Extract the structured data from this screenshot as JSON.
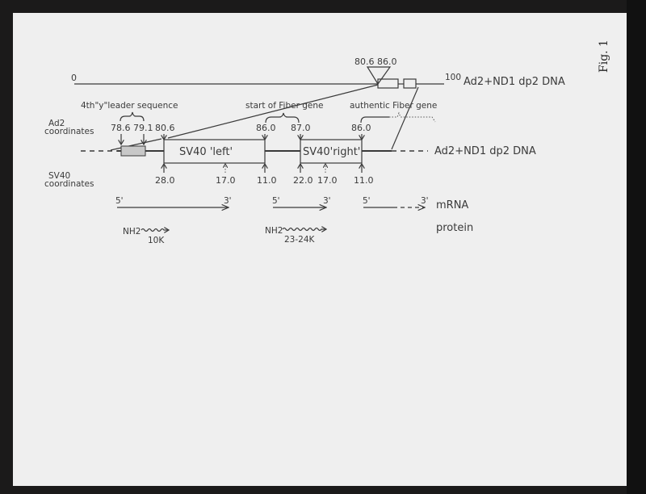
{
  "top_map": {
    "start": "0",
    "end": "100",
    "label": "Ad2+ND1 dp2 DNA",
    "insert_left": "80.6",
    "insert_right": "86.0"
  },
  "labels": {
    "ad2_coords": [
      "Ad2",
      "coordinates"
    ],
    "sv40_coords": [
      "SV40",
      "coordinates"
    ],
    "leader": "4th\"y\"leader sequence",
    "start_fiber": "start of Fiber gene",
    "authentic_fiber": "authentic Fiber gene",
    "middle_dna": "Ad2+ND1 dp2 DNA",
    "sv40_left": "SV40 'left'",
    "sv40_right": "SV40'right'",
    "mrna": "mRNA",
    "protein": "protein",
    "handwritten": "Fig. 1"
  },
  "ad2_numbers": [
    "78.6",
    "79.1",
    "80.6",
    "86.0",
    "87.0",
    "86.0"
  ],
  "sv40_numbers": [
    "28.0",
    "17.0",
    "11.0",
    "22.0",
    "17.0",
    "11.0"
  ],
  "mrna_ends": {
    "five": "5'",
    "three": "3'"
  },
  "proteins": [
    {
      "nterm": "NH2",
      "size": "10K"
    },
    {
      "nterm": "NH2",
      "size": "23-24K"
    }
  ]
}
